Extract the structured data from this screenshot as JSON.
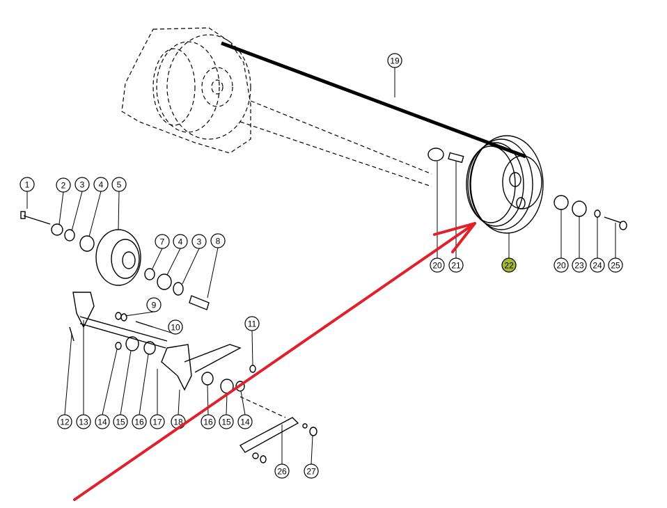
{
  "diagram": {
    "callouts": [
      "1",
      "2",
      "3",
      "4",
      "5",
      "19",
      "7",
      "4",
      "3",
      "8",
      "9",
      "10",
      "11",
      "20",
      "21",
      "22",
      "20",
      "23",
      "24",
      "25",
      "12",
      "13",
      "14",
      "15",
      "16",
      "17",
      "18",
      "16",
      "15",
      "14",
      "26",
      "27"
    ],
    "highlighted_callout": "22",
    "highlight_color": "#a8b832",
    "annotation_arrow_color": "#e0202a",
    "belt_color": "#000000"
  }
}
